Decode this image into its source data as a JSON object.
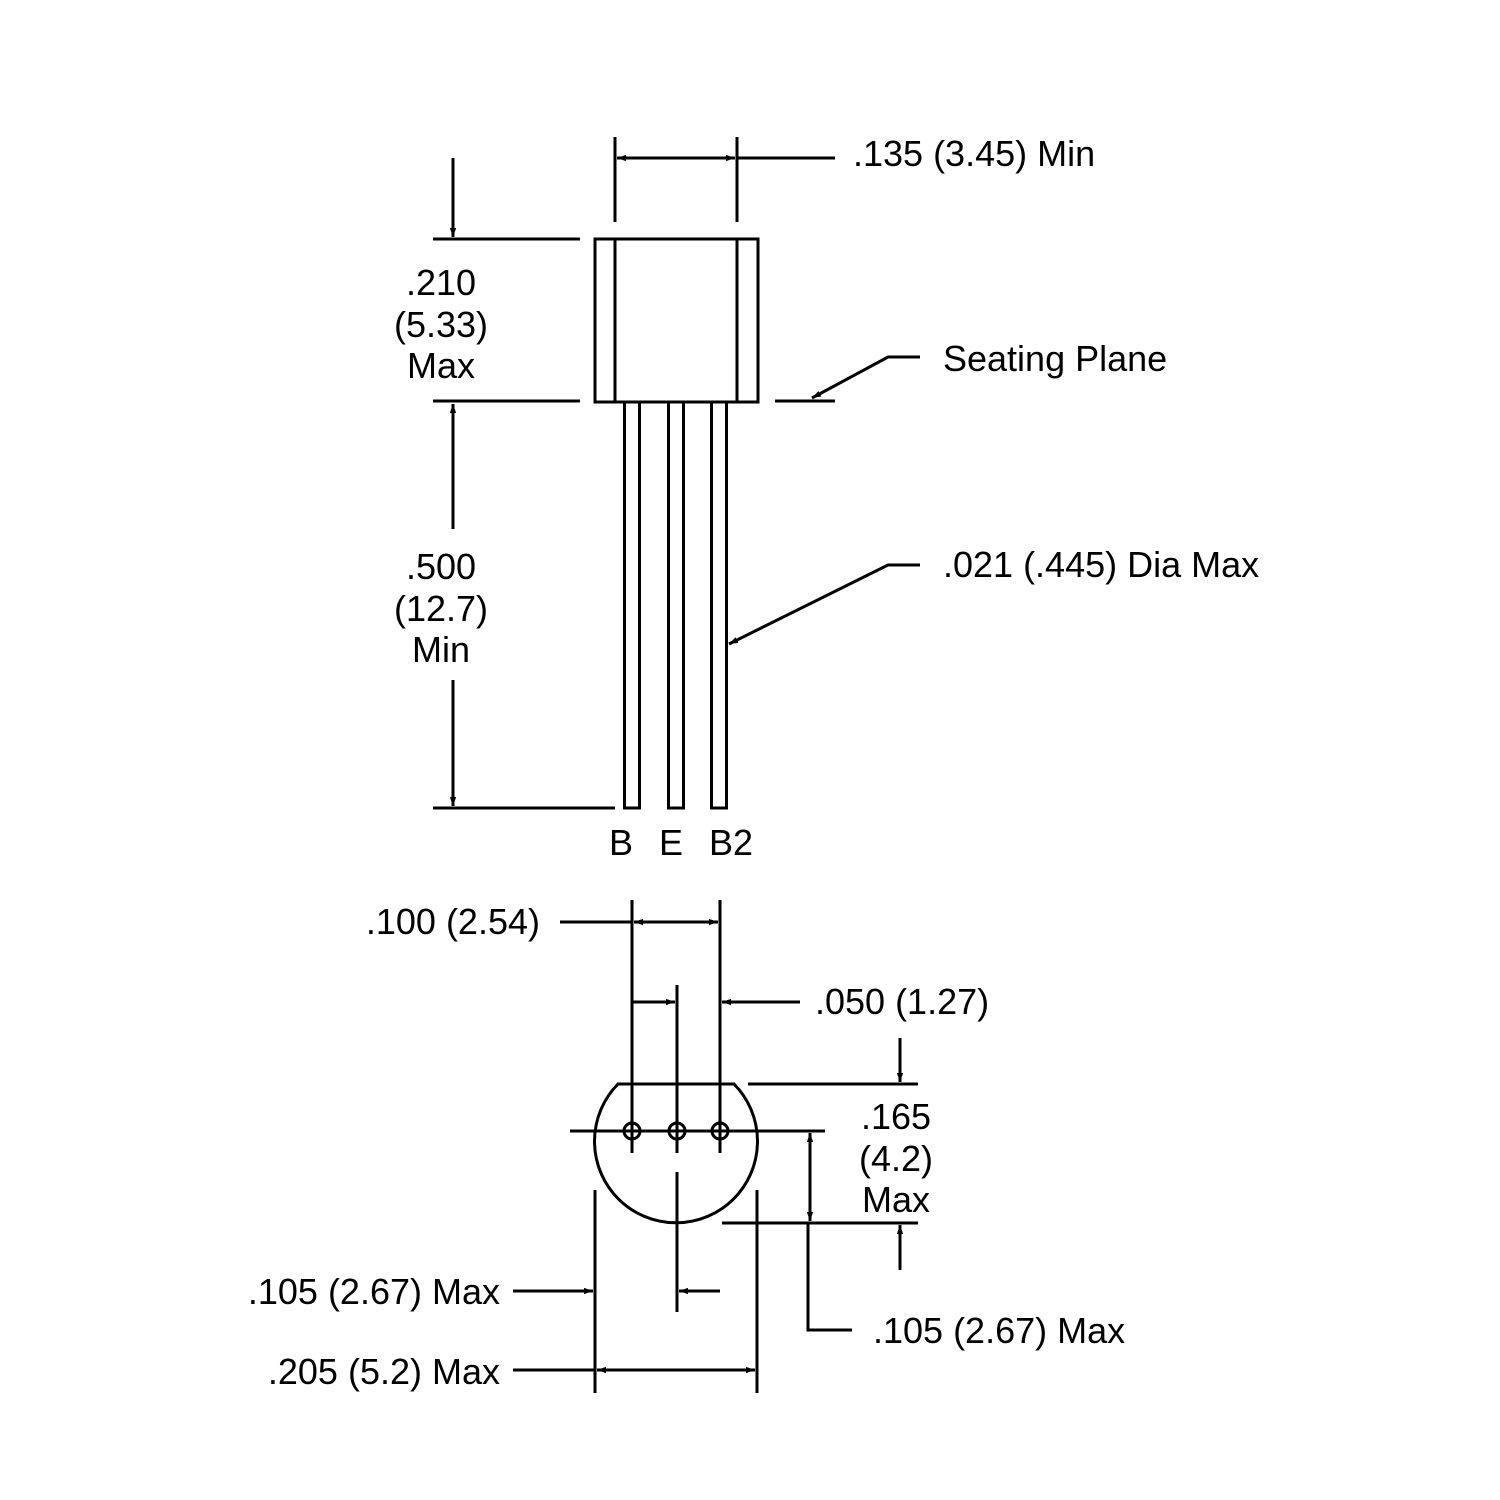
{
  "top_view": {
    "width_dim": ".135 (3.45) Min",
    "height_dim": [
      ".210",
      "(5.33)",
      "Max"
    ],
    "lead_length_dim": [
      ".500",
      "(12.7)",
      "Min"
    ],
    "seating_plane": "Seating Plane",
    "lead_dia": ".021 (.445) Dia Max",
    "pins": [
      "B",
      "E",
      "B2"
    ]
  },
  "bottom_view": {
    "pin_pitch": ".100 (2.54)",
    "half_pitch": ".050 (1.27)",
    "depth_dim": [
      ".165",
      "(4.2)",
      "Max"
    ],
    "center_to_edge_left": ".105 (2.67) Max",
    "center_to_back": ".105 (2.67) Max",
    "diameter": ".205 (5.2) Max"
  }
}
